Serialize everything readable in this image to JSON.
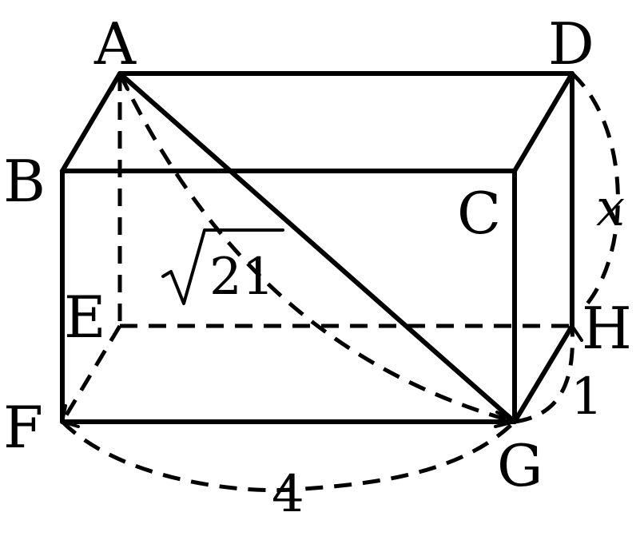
{
  "vertices": {
    "A": "A",
    "B": "B",
    "C": "C",
    "D": "D",
    "E": "E",
    "F": "F",
    "G": "G",
    "H": "H"
  },
  "measures": {
    "diag_AG": "21",
    "FG": "4",
    "GH": "1",
    "DH": "x"
  }
}
